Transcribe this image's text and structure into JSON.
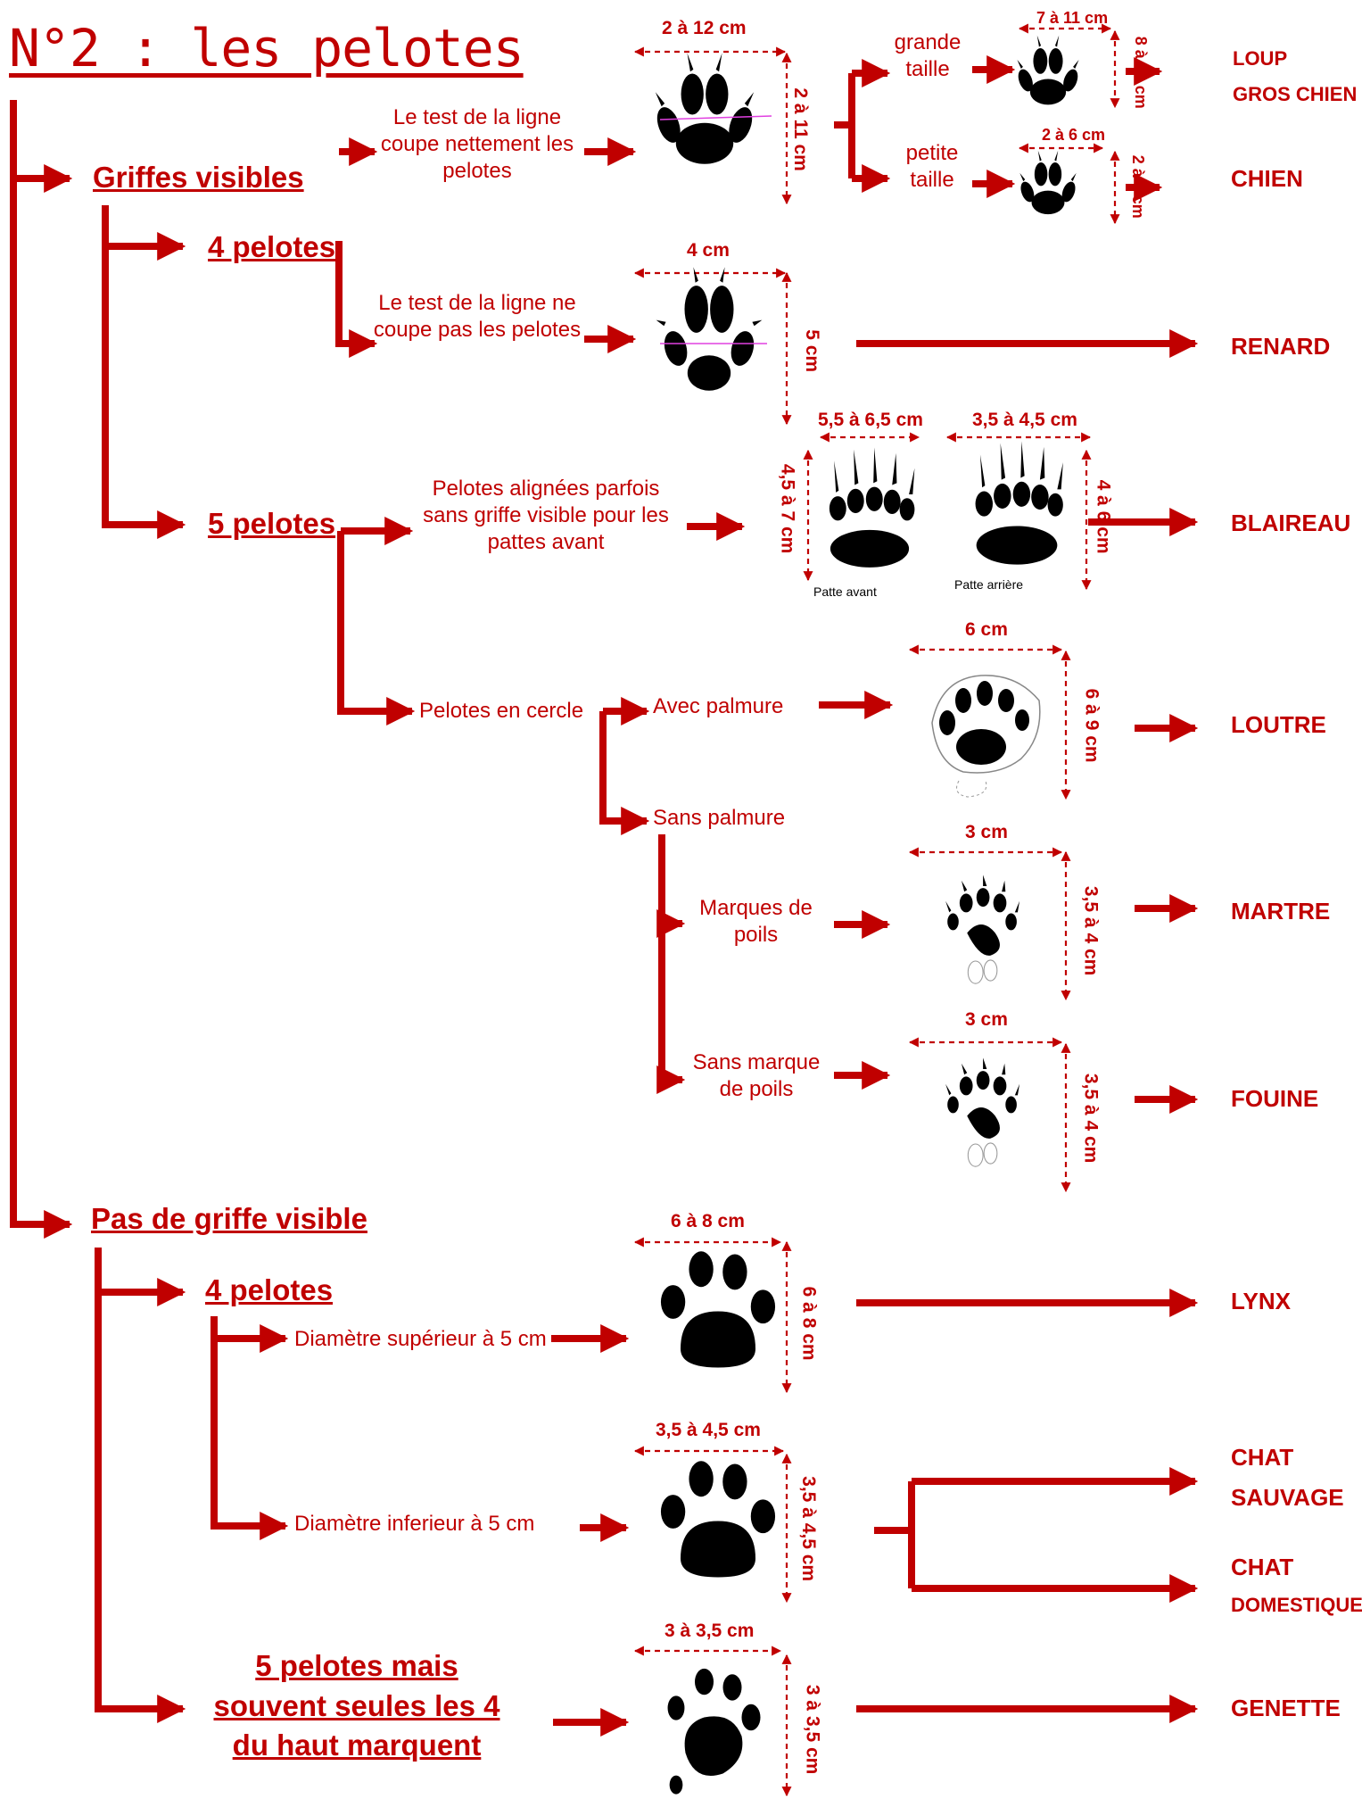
{
  "title": "N°2 : les pelotes",
  "branches": {
    "griffes_visibles": "Griffes visibles",
    "pas_de_griffe": "Pas de griffe visible"
  },
  "sub": {
    "g_4": "4 pelotes",
    "g_5": "5 pelotes",
    "p_4": "4 pelotes",
    "p_5": "5 pelotes mais souvent seules les 4 du haut marquent"
  },
  "conditions": {
    "ligne_coupe": "Le test de la ligne coupe nettement les pelotes",
    "ligne_ne_coupe": "Le test de la ligne ne coupe pas les pelotes",
    "grande_taille": "grande taille",
    "petite_taille": "petite taille",
    "alignees": "Pelotes alignées parfois sans griffe visible pour les pattes avant",
    "cercle": "Pelotes en cercle",
    "avec_palmure": "Avec palmure",
    "sans_palmure": "Sans palmure",
    "marques_poils": "Marques de poils",
    "sans_marque_poils": "Sans marque de poils",
    "diam_sup": "Diamètre supérieur à 5 cm",
    "diam_inf": "Diamètre inferieur à 5 cm"
  },
  "captions": {
    "patte_avant": "Patte avant",
    "patte_arriere": "Patte arrière"
  },
  "dimensions": {
    "chien_w": "2 à 12 cm",
    "chien_h": "2 à 11 cm",
    "loup_w": "7 à 11 cm",
    "loup_h": "8 à 12 cm",
    "petit_w": "2 à 6 cm",
    "petit_h": "2 à 7 cm",
    "renard_w": "4 cm",
    "renard_h": "5 cm",
    "blaireau_av_w": "5,5 à 6,5 cm",
    "blaireau_av_h": "4,5 à 7 cm",
    "blaireau_ar_w": "3,5 à 4,5 cm",
    "blaireau_ar_h": "4 à 6 cm",
    "loutre_w": "6 cm",
    "loutre_h": "6 à 9 cm",
    "martre_w": "3 cm",
    "martre_h": "3,5 à 4 cm",
    "fouine_w": "3 cm",
    "fouine_h": "3,5 à 4 cm",
    "lynx_w": "6 à 8 cm",
    "lynx_h": "6 à 8 cm",
    "chat_w": "3,5 à 4,5 cm",
    "chat_h": "3,5 à 4,5 cm",
    "genette_w": "3 à 3,5 cm",
    "genette_h": "3 à 3,5 cm"
  },
  "results": {
    "loup_l1": "LOUP",
    "loup_l2": "GROS CHIEN",
    "chien": "CHIEN",
    "renard": "RENARD",
    "blaireau": "BLAIREAU",
    "loutre": "LOUTRE",
    "martre": "MARTRE",
    "fouine": "FOUINE",
    "lynx": "LYNX",
    "chat_sauvage_l1": "CHAT",
    "chat_sauvage_l2": "SAUVAGE",
    "chat_dom_l1": "CHAT",
    "chat_dom_l2": "DOMESTIQUE",
    "genette": "GENETTE"
  },
  "colors": {
    "accent": "#c00000",
    "print": "#000000",
    "test_line": "#e040e0"
  }
}
